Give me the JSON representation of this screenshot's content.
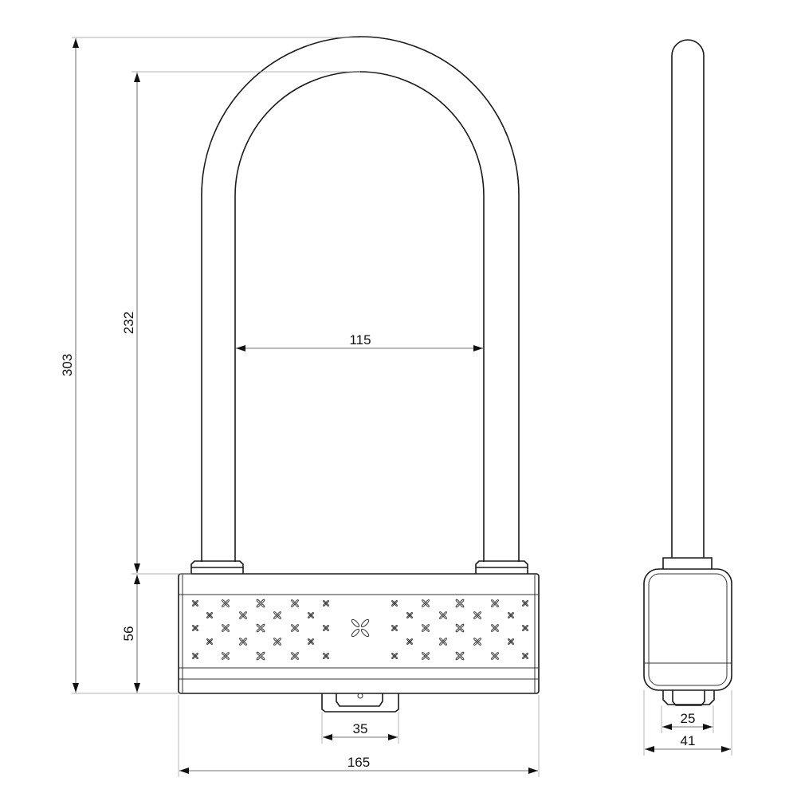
{
  "dimensions": {
    "overall_height": "303",
    "shackle_inner_height": "232",
    "body_height": "56",
    "inner_width": "115",
    "key_width": "35",
    "body_width": "165",
    "side_inner_width": "25",
    "side_depth": "41"
  },
  "colors": {
    "line": "#1a1a1a",
    "dimension": "#444444"
  }
}
